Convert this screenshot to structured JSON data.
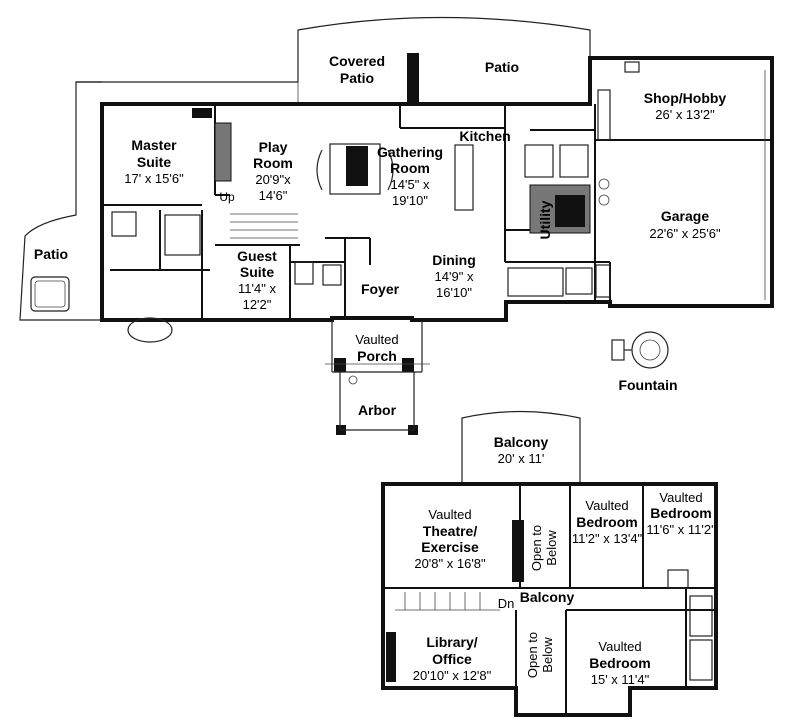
{
  "rooms": {
    "covered_patio": [
      "Covered",
      "Patio"
    ],
    "patio_top": "Patio",
    "shop": [
      "Shop/Hobby",
      "26' x 13'2\""
    ],
    "master": [
      "Master",
      "Suite",
      "17' x 15'6\""
    ],
    "play": [
      "Play",
      "Room",
      "20'9\"x",
      "14'6\""
    ],
    "gathering": [
      "Gathering",
      "Room",
      "14'5\" x",
      "19'10\""
    ],
    "kitchen": "Kitchen",
    "garage": [
      "Garage",
      "22'6\" x 25'6\""
    ],
    "utility": "Utility",
    "up": "Up",
    "patio_left": "Patio",
    "guest": [
      "Guest",
      "Suite",
      "11'4\" x",
      "12'2\""
    ],
    "foyer": "Foyer",
    "dining": [
      "Dining",
      "14'9\" x",
      "16'10\""
    ],
    "porch": [
      "Vaulted",
      "Porch"
    ],
    "arbor": "Arbor",
    "fountain": "Fountain",
    "balcony_top": [
      "Balcony",
      "20' x 11'"
    ],
    "theatre": [
      "Vaulted",
      "Theatre/",
      "Exercise",
      "20'8\" x 16'8\""
    ],
    "open1": [
      "Open to",
      "Below"
    ],
    "bed1": [
      "Vaulted",
      "Bedroom",
      "11'2\" x 13'4\""
    ],
    "bed2": [
      "Vaulted",
      "Bedroom",
      "11'6\" x 11'2\""
    ],
    "dn": "Dn",
    "balcony_mid": "Balcony",
    "library": [
      "Library/",
      "Office",
      "20'10\" x 12'8\""
    ],
    "open2": [
      "Open to",
      "Below"
    ],
    "bed3": [
      "Vaulted",
      "Bedroom",
      "15' x 11'4\""
    ]
  }
}
